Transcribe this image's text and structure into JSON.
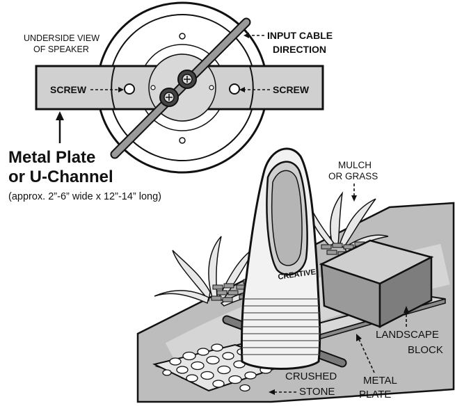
{
  "labels": {
    "underside_line1": "UNDERSIDE VIEW",
    "underside_line2": "OF SPEAKER",
    "input_cable_line1": "INPUT CABLE",
    "input_cable_line2": "DIRECTION",
    "screw_left": "SCREW",
    "screw_right": "SCREW",
    "plate_title_line1": "Metal Plate",
    "plate_title_line2": "or U-Channel",
    "plate_dimensions": "(approx. 2”-6” wide x 12”-14” long)",
    "mulch_line1": "MULCH",
    "mulch_line2": "OR GRASS",
    "landscape_line1": "LANDSCAPE",
    "landscape_line2": "BLOCK",
    "metal_plate_line1": "METAL",
    "metal_plate_line2": "PLATE",
    "crushed_line1": "CRUSHED",
    "crushed_line2": "STONE",
    "speaker_brand": "CREATIVE"
  },
  "colors": {
    "plate_fill": "#d0d0d0",
    "ground_fill": "#bdbdbd",
    "block_front": "#9a9a9a",
    "block_top": "#cfcfcf",
    "block_side": "#7d7d7d",
    "outline": "#111111"
  }
}
